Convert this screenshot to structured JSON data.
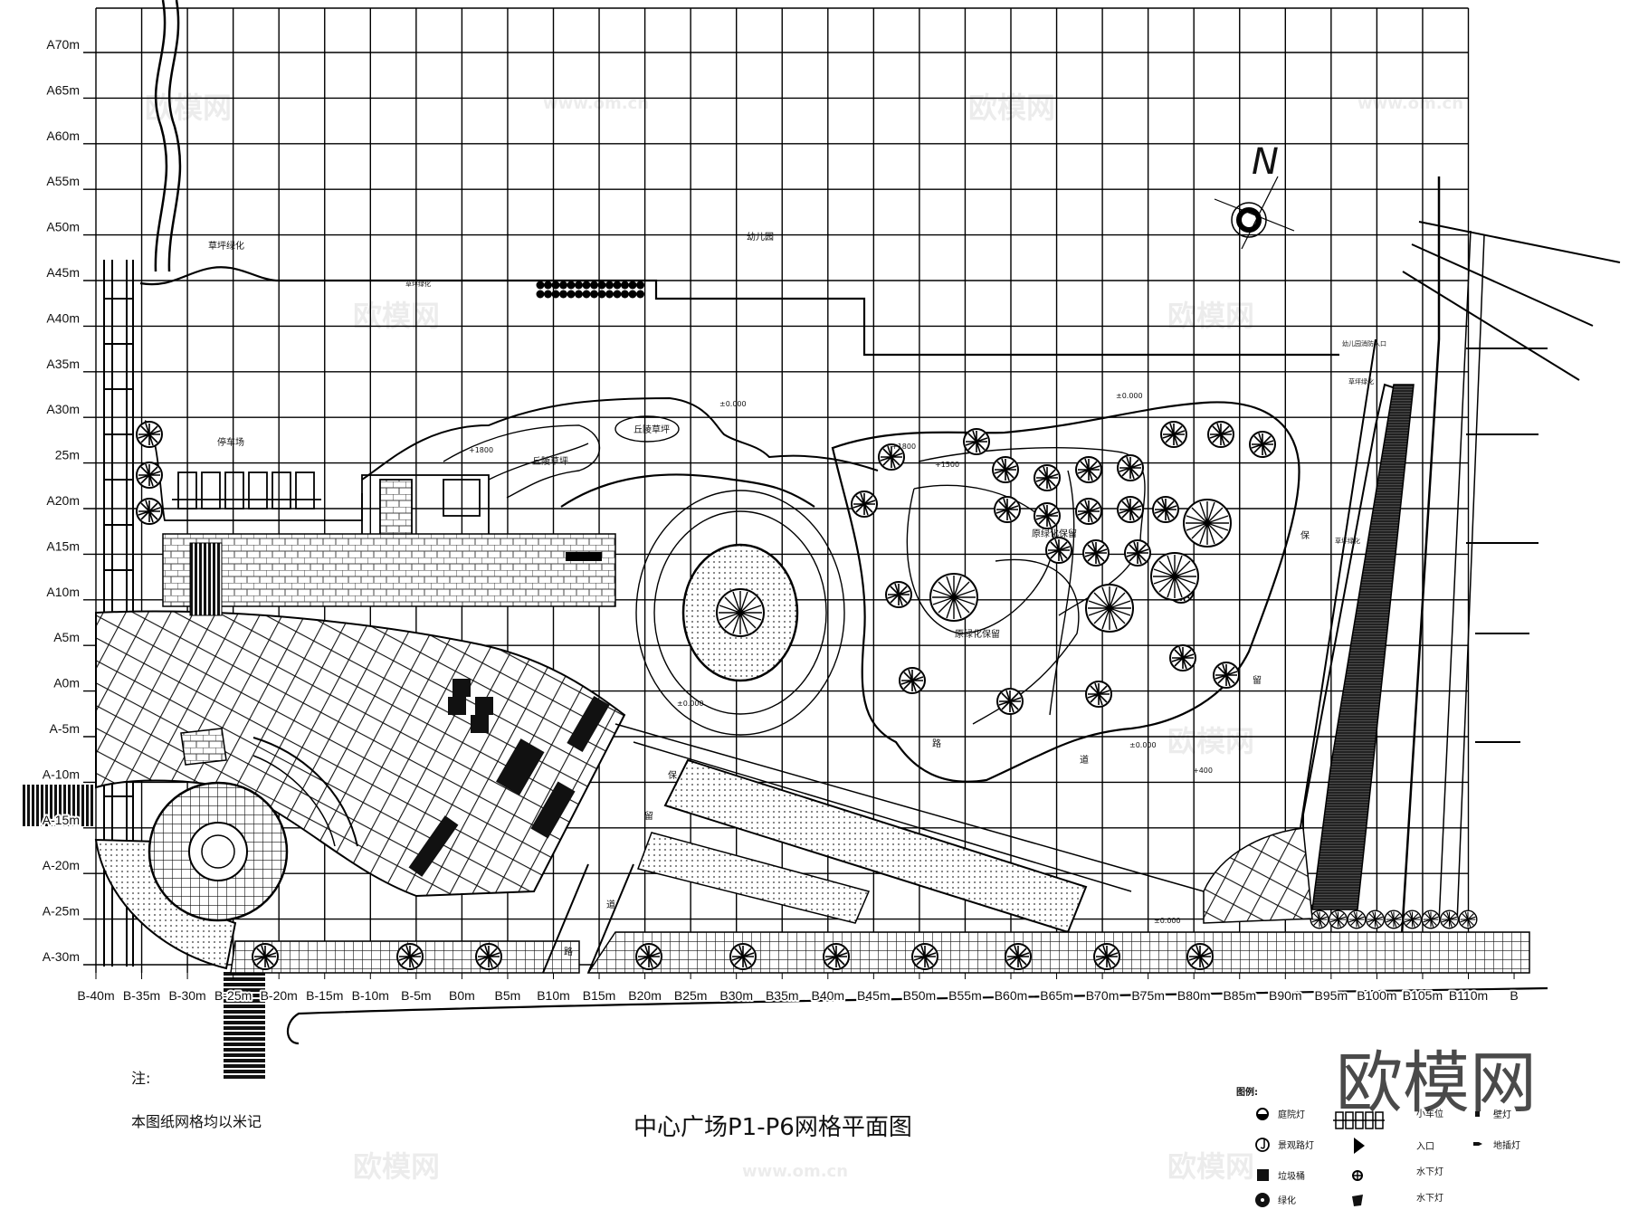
{
  "title": "中心广场P1-P6网格平面图",
  "notes": {
    "heading": "注:",
    "text": "本图纸网格均以米记"
  },
  "north_label": "N",
  "axis": {
    "rows": [
      "A70m",
      "A65m",
      "A60m",
      "A55m",
      "A50m",
      "A45m",
      "A40m",
      "A35m",
      "A30m",
      "25m",
      "A20m",
      "A15m",
      "A10m",
      "A5m",
      "A0m",
      "A-5m",
      "A-10m",
      "A-15m",
      "A-20m",
      "A-25m",
      "A-30m"
    ],
    "cols": [
      "B-40m",
      "B-35m",
      "B-30m",
      "B-25m",
      "B-20m",
      "B-15m",
      "B-10m",
      "B-5m",
      "B0m",
      "B5m",
      "B10m",
      "B15m",
      "B20m",
      "B25m",
      "B30m",
      "B35m",
      "B40m",
      "B45m",
      "B50m",
      "B55m",
      "B60m",
      "B65m",
      "B70m",
      "B75m",
      "B80m",
      "B85m",
      "B90m",
      "B95m",
      "B100m",
      "B105m",
      "B110m",
      "B"
    ]
  },
  "plan_labels": {
    "lawn_top": "草坪绿化",
    "lawn_mid": "草坪绿化",
    "kindergarten": "幼儿园",
    "parking": "停车场",
    "hill_lawn_1": "丘陵草坪",
    "hill_lawn_2": "丘陵草坪",
    "keep_green_1": "原绿化保留",
    "keep_green_2": "原绿化保留",
    "kg_fire_entry": "幼儿园消防入口",
    "lawn_right": "草坪绿化",
    "lawn_right2": "草坪绿化",
    "road_1": "路",
    "road_2": "道",
    "keep_1": "保",
    "keep_2": "留",
    "keep_3": "保",
    "keep_4": "留",
    "road_3": "路",
    "road_4": "道",
    "elev_1": "±0.000",
    "elev_2": "±0.000",
    "elev_3": "±0.000",
    "elev_4": "±0.000",
    "elev_5": "+1800",
    "elev_6": "+1800",
    "elev_7": "+1500",
    "elev_8": "+400",
    "elev_9": "±0.000"
  },
  "legend": {
    "heading": "图例:",
    "items": [
      {
        "icon": "courtyard-lamp-icon",
        "label": "庭院灯"
      },
      {
        "icon": "landscape-street-lamp-icon",
        "label": "景观路灯"
      },
      {
        "icon": "trash-bin-icon",
        "label": "垃圾桶"
      },
      {
        "icon": "greenery-icon",
        "label": "绿化"
      },
      {
        "icon": "small-parking-icon",
        "label": "小车位"
      },
      {
        "icon": "entrance-icon",
        "label": "入口"
      },
      {
        "icon": "underwater-lamp-icon",
        "label": "水下灯"
      },
      {
        "icon": "underwater-lamp-2-icon",
        "label": "水下灯"
      },
      {
        "icon": "wall-lamp-icon",
        "label": "壁灯"
      },
      {
        "icon": "ground-lamp-icon",
        "label": "地插灯"
      }
    ]
  },
  "watermark": {
    "brand": "欧模网",
    "url": "www.om.cn"
  }
}
